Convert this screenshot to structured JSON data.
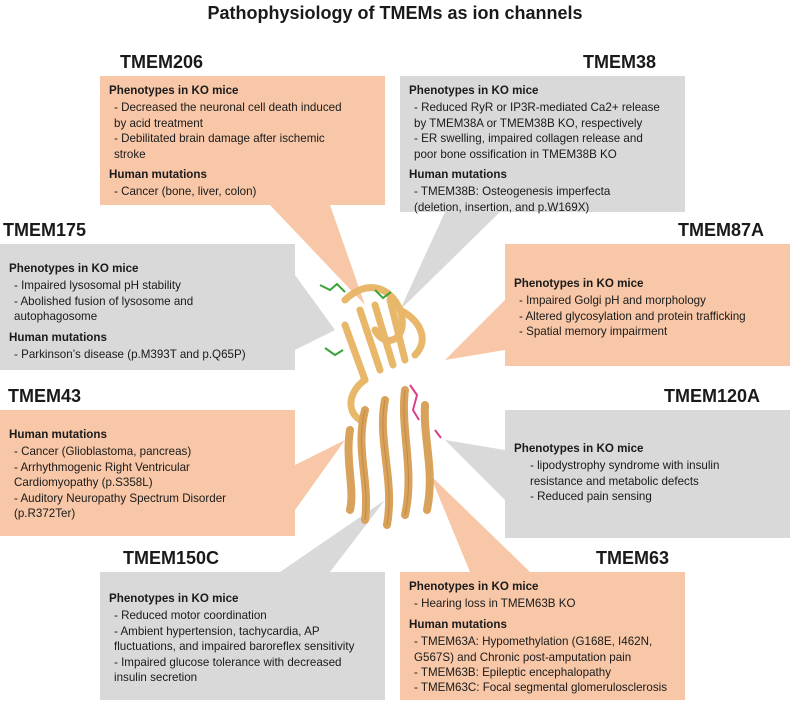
{
  "title": "Pathophysiology of TMEMs as ion channels",
  "colors": {
    "orange_box": "#f7c7a7",
    "gray_box": "#d9d9d9",
    "protein": "#e8b76a"
  },
  "tmem206": {
    "name": "TMEM206",
    "ko_heading": "Phenotypes in KO mice",
    "ko": [
      "- Decreased the neuronal cell death induced",
      "by acid treatment",
      "- Debilitated brain damage after ischemic",
      "stroke"
    ],
    "hm_heading": "Human mutations",
    "hm": [
      "- Cancer (bone, liver, colon)"
    ]
  },
  "tmem38": {
    "name": "TMEM38",
    "ko_heading": "Phenotypes in KO mice",
    "ko": [
      "- Reduced RyR or IP3R-mediated Ca2+ release",
      "by TMEM38A or TMEM38B KO, respectively",
      "- ER swelling, impaired collagen release and",
      "poor bone ossification in TMEM38B KO"
    ],
    "hm_heading": "Human mutations",
    "hm": [
      "- TMEM38B: Osteogenesis imperfecta",
      "(deletion, insertion, and p.W169X)"
    ]
  },
  "tmem175": {
    "name": "TMEM175",
    "ko_heading": "Phenotypes in KO mice",
    "ko": [
      "- Impaired lysosomal pH stability",
      "- Abolished fusion of lysosome and",
      "autophagosome"
    ],
    "hm_heading": "Human mutations",
    "hm": [
      "- Parkinson’s disease   (p.M393T and p.Q65P)"
    ]
  },
  "tmem87a": {
    "name": "TMEM87A",
    "ko_heading": "Phenotypes in KO mice",
    "ko": [
      "- Impaired Golgi pH and morphology",
      "- Altered glycosylation and protein trafficking",
      "- Spatial memory impairment"
    ]
  },
  "tmem43": {
    "name": "TMEM43",
    "hm_heading": "Human mutations",
    "hm": [
      "- Cancer (Glioblastoma, pancreas)",
      "- Arrhythmogenic Right Ventricular",
      "Cardiomyopathy (p.S358L)",
      "- Auditory Neuropathy Spectrum Disorder",
      "(p.R372Ter)"
    ]
  },
  "tmem120a": {
    "name": "TMEM120A",
    "ko_heading": "Phenotypes in KO mice",
    "ko": [
      "- lipodystrophy syndrome with insulin",
      "resistance and metabolic defects",
      "- Reduced pain sensing"
    ]
  },
  "tmem150c": {
    "name": "TMEM150C",
    "ko_heading": "Phenotypes in KO mice",
    "ko": [
      "- Reduced motor coordination",
      "- Ambient hypertension, tachycardia, AP",
      "fluctuations, and impaired baroreflex sensitivity",
      "- Impaired glucose tolerance with decreased",
      "insulin secretion"
    ]
  },
  "tmem63": {
    "name": "TMEM63",
    "ko_heading": "Phenotypes in KO mice",
    "ko": [
      "- Hearing loss in TMEM63B KO"
    ],
    "hm_heading": "Human mutations",
    "hm": [
      "- TMEM63A: Hypomethylation (G168E, I462N,",
      "G567S) and  Chronic post-amputation pain",
      "- TMEM63B: Epileptic encephalopathy",
      "- TMEM63C: Focal segmental glomerulosclerosis"
    ]
  }
}
